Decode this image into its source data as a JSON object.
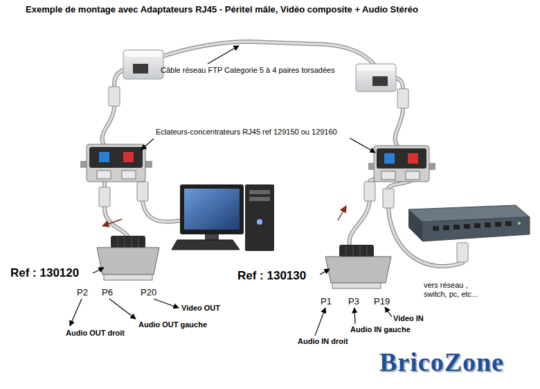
{
  "diagram": {
    "title": "Exemple de montage avec Adaptateurs RJ45 - Péritel mâle, Vidéo composite + Audio Stéréo",
    "labels": [
      "Câble réseau FTP Categorie 5 à 4 paires torsadées",
      "Eclateurs-concentrateurs RJ45 ref 129150 ou 129160",
      "Ref : 130120",
      "P2",
      "P6",
      "P20",
      "Video OUT",
      "Audio OUT gauche",
      "Audio OUT droit",
      "Ref : 130130",
      "P1",
      "P3",
      "P19",
      "Video IN",
      "Audio IN gauche",
      "Audio IN droit",
      "vers réseau , switch, pc, etc...",
      "BricoZone"
    ]
  }
}
